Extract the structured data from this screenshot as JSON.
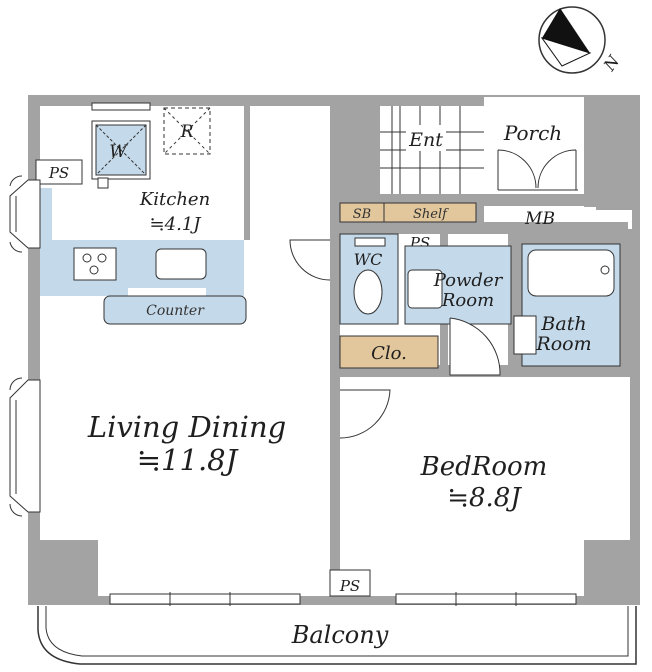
{
  "compass": {
    "north_label": "N",
    "icon": "compass-north-arrow-icon"
  },
  "rooms": {
    "kitchen": {
      "name": "Kitchen",
      "size": "≒4.1J"
    },
    "living_dining": {
      "name": "Living Dining",
      "size": "≒11.8J"
    },
    "bedroom": {
      "name": "BedRoom",
      "size": "≒8.8J"
    },
    "entrance": {
      "name": "Ent"
    },
    "porch": {
      "name": "Porch"
    },
    "wc": {
      "name": "WC"
    },
    "powder_room": {
      "line1": "Powder",
      "line2": "Room"
    },
    "bath_room": {
      "line1": "Bath",
      "line2": "Room"
    },
    "balcony": {
      "name": "Balcony"
    }
  },
  "fixtures": {
    "washer": "W",
    "refrigerator": "R",
    "counter": "Counter",
    "shoe_box": "SB",
    "shelf": "Shelf",
    "meter_box": "MB",
    "closet": "Clo.",
    "pipe_space": "PS"
  },
  "colors": {
    "wall": "#a3a3a3",
    "wet_area": "#c4d9ea",
    "storage": "#e2c69c",
    "line": "#333333"
  }
}
